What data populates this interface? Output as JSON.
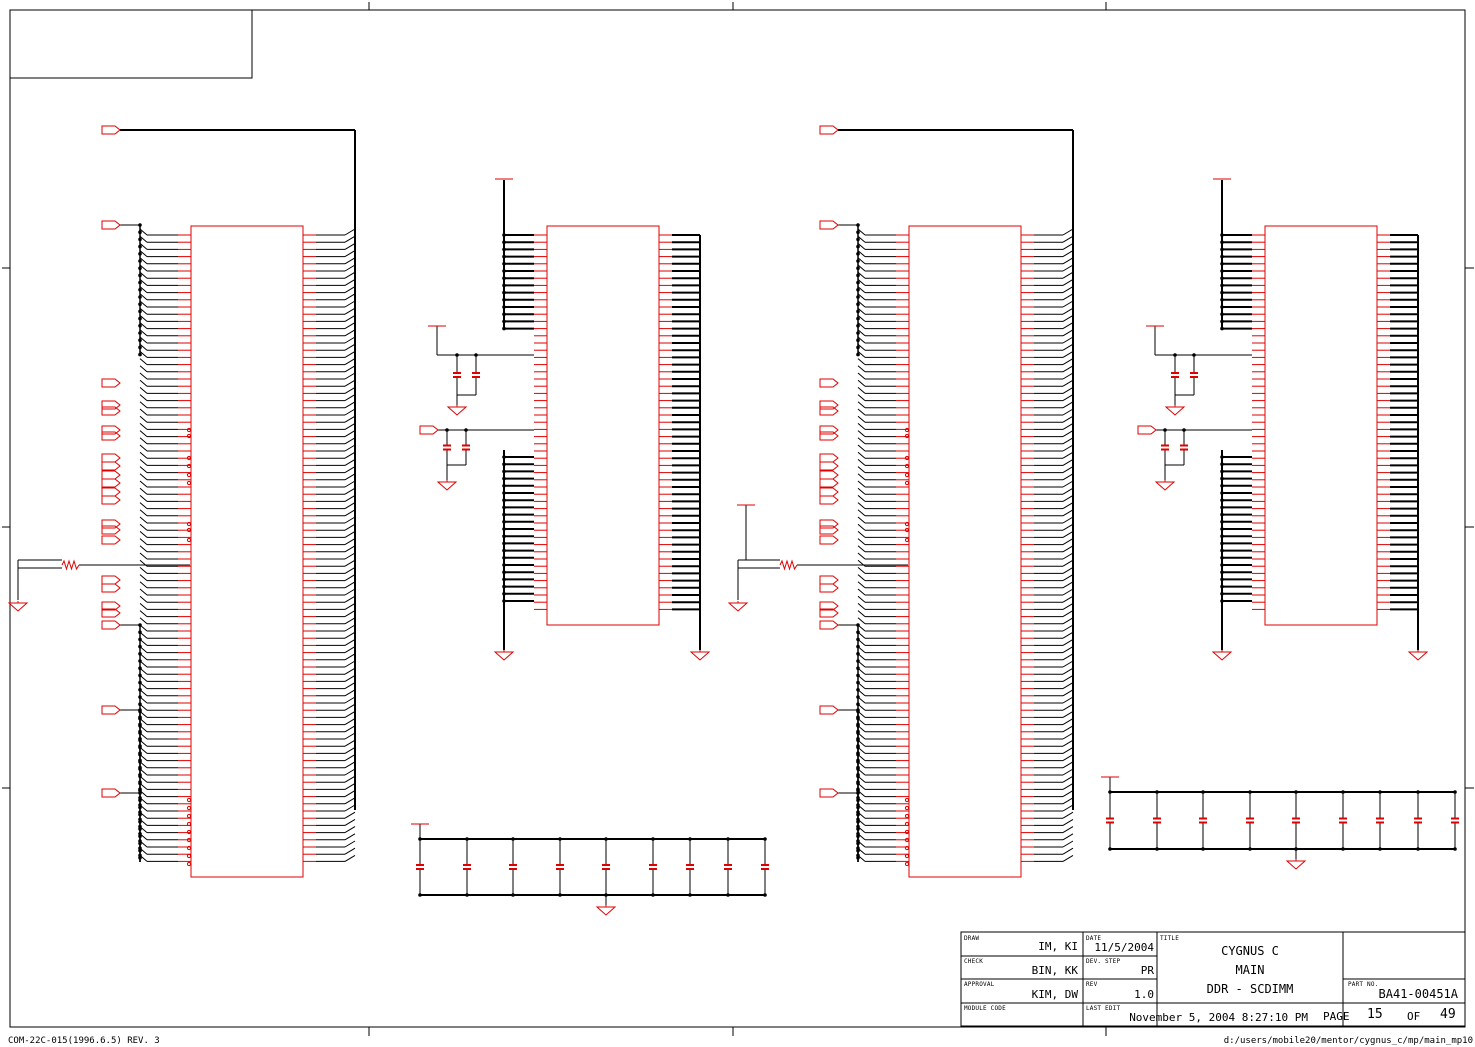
{
  "title_block": {
    "draw_label": "DRAW",
    "draw_value": "IM, KI",
    "check_label": "CHECK",
    "check_value": "BIN, KK",
    "approval_label": "APPROVAL",
    "approval_value": "KIM, DW",
    "module_code_label": "MODULE CODE",
    "date_label": "DATE",
    "date_value": "11/5/2004",
    "dev_step_label": "DEV. STEP",
    "dev_step_value": "PR",
    "rev_label": "REV",
    "rev_value": "1.0",
    "last_edit_label": "LAST EDIT",
    "last_edit_value": "November 5, 2004  8:27:10 PM",
    "title_label": "TITLE",
    "title_line1": "CYGNUS C",
    "title_line2": "MAIN",
    "title_line3": "DDR - SCDIMM",
    "part_no_label": "PART NO.",
    "part_no_value": "BA41-00451A",
    "page_label": "PAGE",
    "page_value": "15",
    "of_label": "OF",
    "total_pages": "49"
  },
  "footer": {
    "form_code": "COM-22C-015(1996.6.5) REV. 3",
    "file_path": "d:/users/mobile20/mentor/cygnus_c/mp/main_mp10"
  },
  "colors": {
    "component": "#e00000",
    "wire": "#000000",
    "frame": "#000000"
  }
}
